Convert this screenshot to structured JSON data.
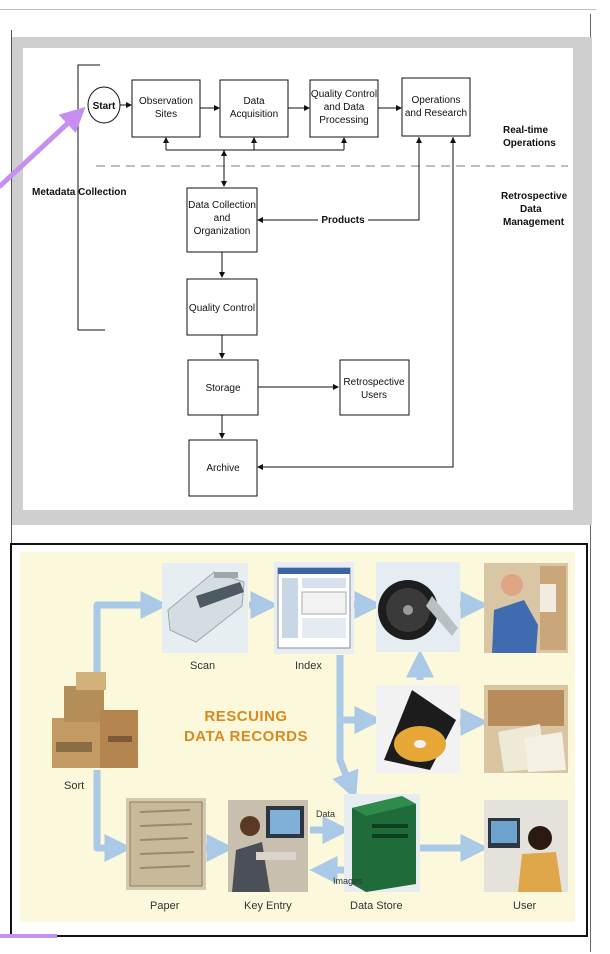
{
  "flowchart": {
    "start": "Start",
    "observation_sites": [
      "Observation",
      "Sites"
    ],
    "data_acquisition": [
      "Data",
      "Acquisition"
    ],
    "quality_control_processing": [
      "Quality Control",
      "and Data",
      "Processing"
    ],
    "operations_research": [
      "Operations",
      "and Research"
    ],
    "realtime_operations": [
      "Real-time",
      "Operations"
    ],
    "metadata_collection": "Metadata Collection",
    "retrospective_data_management": [
      "Retrospective",
      "Data",
      "Management"
    ],
    "data_collection_org": [
      "Data Collection",
      "and",
      "Organization"
    ],
    "products": "Products",
    "quality_control": "Quality Control",
    "storage": "Storage",
    "retrospective_users": [
      "Retrospective",
      "Users"
    ],
    "archive": "Archive"
  },
  "rescue": {
    "title_line1": "RESCUING",
    "title_line2": "DATA RECORDS",
    "sort": "Sort",
    "scan": "Scan",
    "index": "Index",
    "paper": "Paper",
    "key_entry": "Key Entry",
    "data_store": "Data Store",
    "user": "User",
    "data": "Data",
    "images": "Images"
  },
  "colors": {
    "arrow_purple": "#c58ef0",
    "flow_arrow": "#a9c9e6",
    "rescue_title": "#d98a1f",
    "panel_bg": "#fbf8dc"
  }
}
